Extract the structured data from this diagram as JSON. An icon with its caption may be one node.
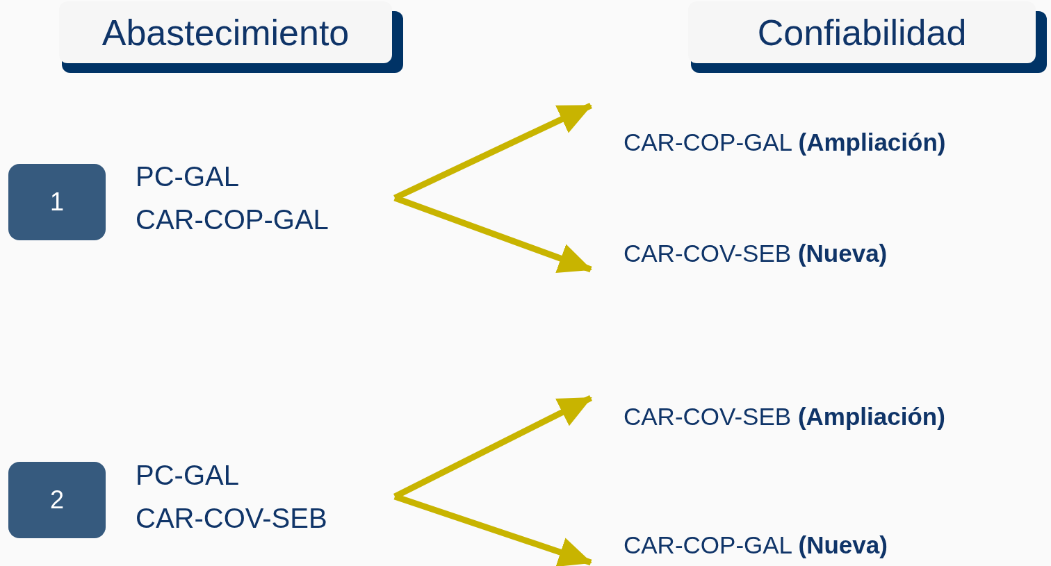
{
  "diagram": {
    "nodes": [
      {
        "text": [
          "Abastecimiento"
        ]
      },
      {
        "text": [
          "Confiabilidad"
        ]
      },
      {
        "text": [
          "1"
        ]
      },
      {
        "text": [
          "PC-GAL",
          "CAR-COP-GAL"
        ]
      },
      {
        "text": [
          "CAR-COP-GAL **(Ampliación)**"
        ]
      },
      {
        "text": [
          "CAR-COV-SEB **(Nueva)**"
        ]
      },
      {
        "text": [
          "2"
        ]
      },
      {
        "text": [
          "PC-GAL",
          "CAR-COV-SEB"
        ]
      },
      {
        "text": [
          "CAR-COV-SEB **(Ampliación)**"
        ]
      },
      {
        "text": [
          "CAR-COP-GAL **(Nueva)**"
        ]
      }
    ],
    "edges": [
      {
        "from": 3,
        "to": 4,
        "arrow": "to"
      },
      {
        "from": 3,
        "to": 5,
        "arrow": "to"
      },
      {
        "from": 7,
        "to": 8,
        "arrow": "to"
      },
      {
        "from": 7,
        "to": 9,
        "arrow": "to"
      }
    ]
  }
}
